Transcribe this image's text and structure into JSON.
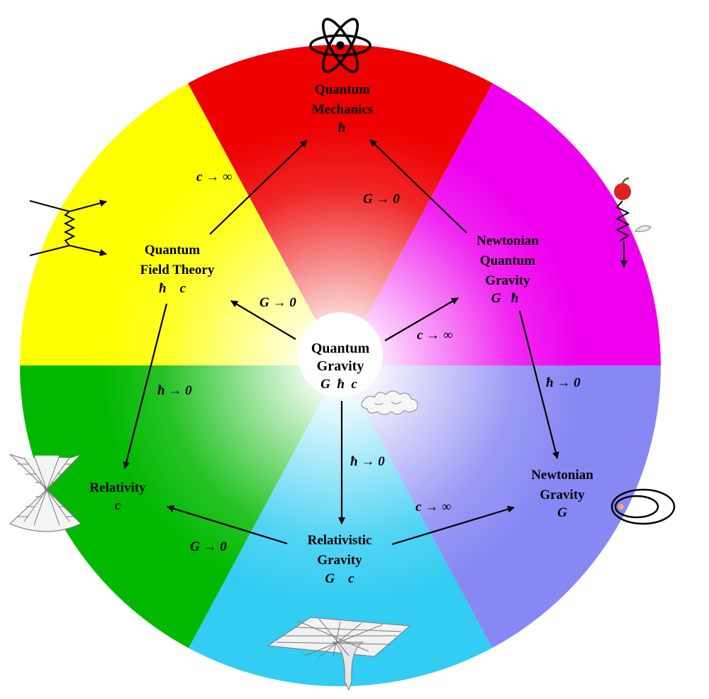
{
  "sector_colors": {
    "quantum_mechanics": "#ee0000",
    "newtonian_quantum_gravity": "#ee00ee",
    "newtonian_gravity": "#8888f4",
    "relativistic_gravity": "#33ccf2",
    "relativity": "#00b800",
    "quantum_field_theory": "#ffff00"
  },
  "nodes": {
    "quantum_gravity": {
      "lines": [
        "Quantum",
        "Gravity"
      ],
      "vars": "G  ħ  c",
      "icon": "spacetime-foam-icon"
    },
    "quantum_mechanics": {
      "lines": [
        "Quantum",
        "Mechanics"
      ],
      "vars": "ħ",
      "icon": "atom-icon"
    },
    "quantum_field_theory": {
      "lines": [
        "Quantum",
        "Field Theory"
      ],
      "vars": "ħ    c",
      "icon": "feynman-diagram-icon"
    },
    "newtonian_quantum_gravity": {
      "lines": [
        "Newtonian",
        "Quantum",
        "Gravity"
      ],
      "vars": "G   ħ",
      "icon": "falling-apple-icon"
    },
    "newtonian_gravity": {
      "lines": [
        "Newtonian",
        "Gravity"
      ],
      "vars": "G",
      "icon": "orbit-icon"
    },
    "relativistic_gravity": {
      "lines": [
        "Relativistic",
        "Gravity"
      ],
      "vars": "G    c",
      "icon": "curved-spacetime-icon"
    },
    "relativity": {
      "lines": [
        "Relativity"
      ],
      "vars": "c",
      "icon": "light-cone-icon"
    }
  },
  "edges": [
    {
      "id": "qg-to-qft",
      "label": "G → 0"
    },
    {
      "id": "qg-to-nqg",
      "label": "c → ∞"
    },
    {
      "id": "qg-to-rg",
      "label": "ħ → 0"
    },
    {
      "id": "qft-to-qm",
      "label": "c → ∞"
    },
    {
      "id": "nqg-to-qm",
      "label": "G → 0"
    },
    {
      "id": "qft-to-rel",
      "label": "ħ → 0"
    },
    {
      "id": "nqg-to-ng",
      "label": "ħ → 0"
    },
    {
      "id": "rg-to-rel",
      "label": "G → 0"
    },
    {
      "id": "rg-to-ng",
      "label": "c → ∞"
    }
  ]
}
